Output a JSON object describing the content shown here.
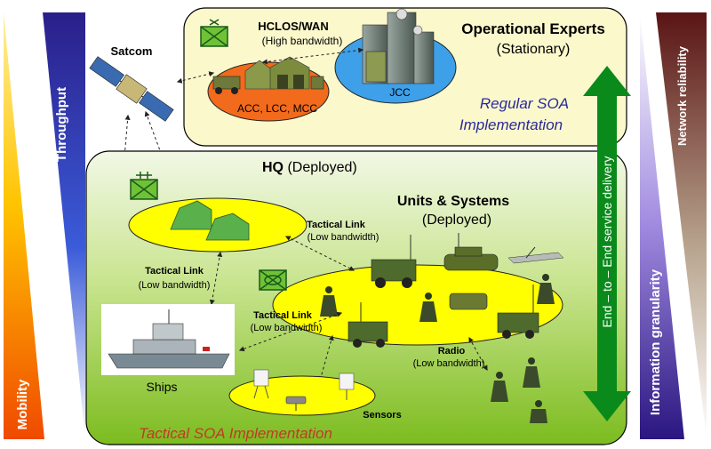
{
  "side_bars": {
    "throughput": "Throughput",
    "mobility": "Mobility",
    "network_reliability": "Network reliability",
    "information_granularity": "Information granularity"
  },
  "top_zone": {
    "title": "Operational Experts",
    "subtitle": "(Stationary)",
    "soa_label_line1": "Regular SOA",
    "soa_label_line2": "Implementation",
    "hclos_title": "HCLOS/WAN",
    "hclos_sub": "(High bandwidth)",
    "acc_label": "ACC, LCC, MCC",
    "jcc_label": "JCC"
  },
  "satcom": "Satcom",
  "bottom_zone": {
    "hq_bold": "HQ",
    "hq_rest": " (Deployed)",
    "units_title": "Units & Systems",
    "units_sub": "(Deployed)",
    "tactical_link_1_title": "Tactical Link",
    "tactical_link_1_sub": "(Low bandwidth)",
    "tactical_link_2_title": "Tactical Link",
    "tactical_link_2_sub": "(Low bandwidth)",
    "tactical_link_3_title": "Tactical Link",
    "tactical_link_3_sub": "(Low bandwidth)",
    "radio_title": "Radio",
    "radio_sub": "(Low bandwidth)",
    "ships": "Ships",
    "sensors": "Sensors",
    "soa_label": "Tactical SOA Implementation"
  },
  "end_to_end": "End – to – End service delivery",
  "colors": {
    "top_zone_fill": "#fbf8cc",
    "bottom_zone_top": "#f2f8e6",
    "bottom_zone_bottom": "#7cbc1f",
    "ellipse_yellow": "#ffff00",
    "arrow_green": "#0a8a1a",
    "soa_blue": "#2a2a9a",
    "soa_red": "#c0392b"
  }
}
